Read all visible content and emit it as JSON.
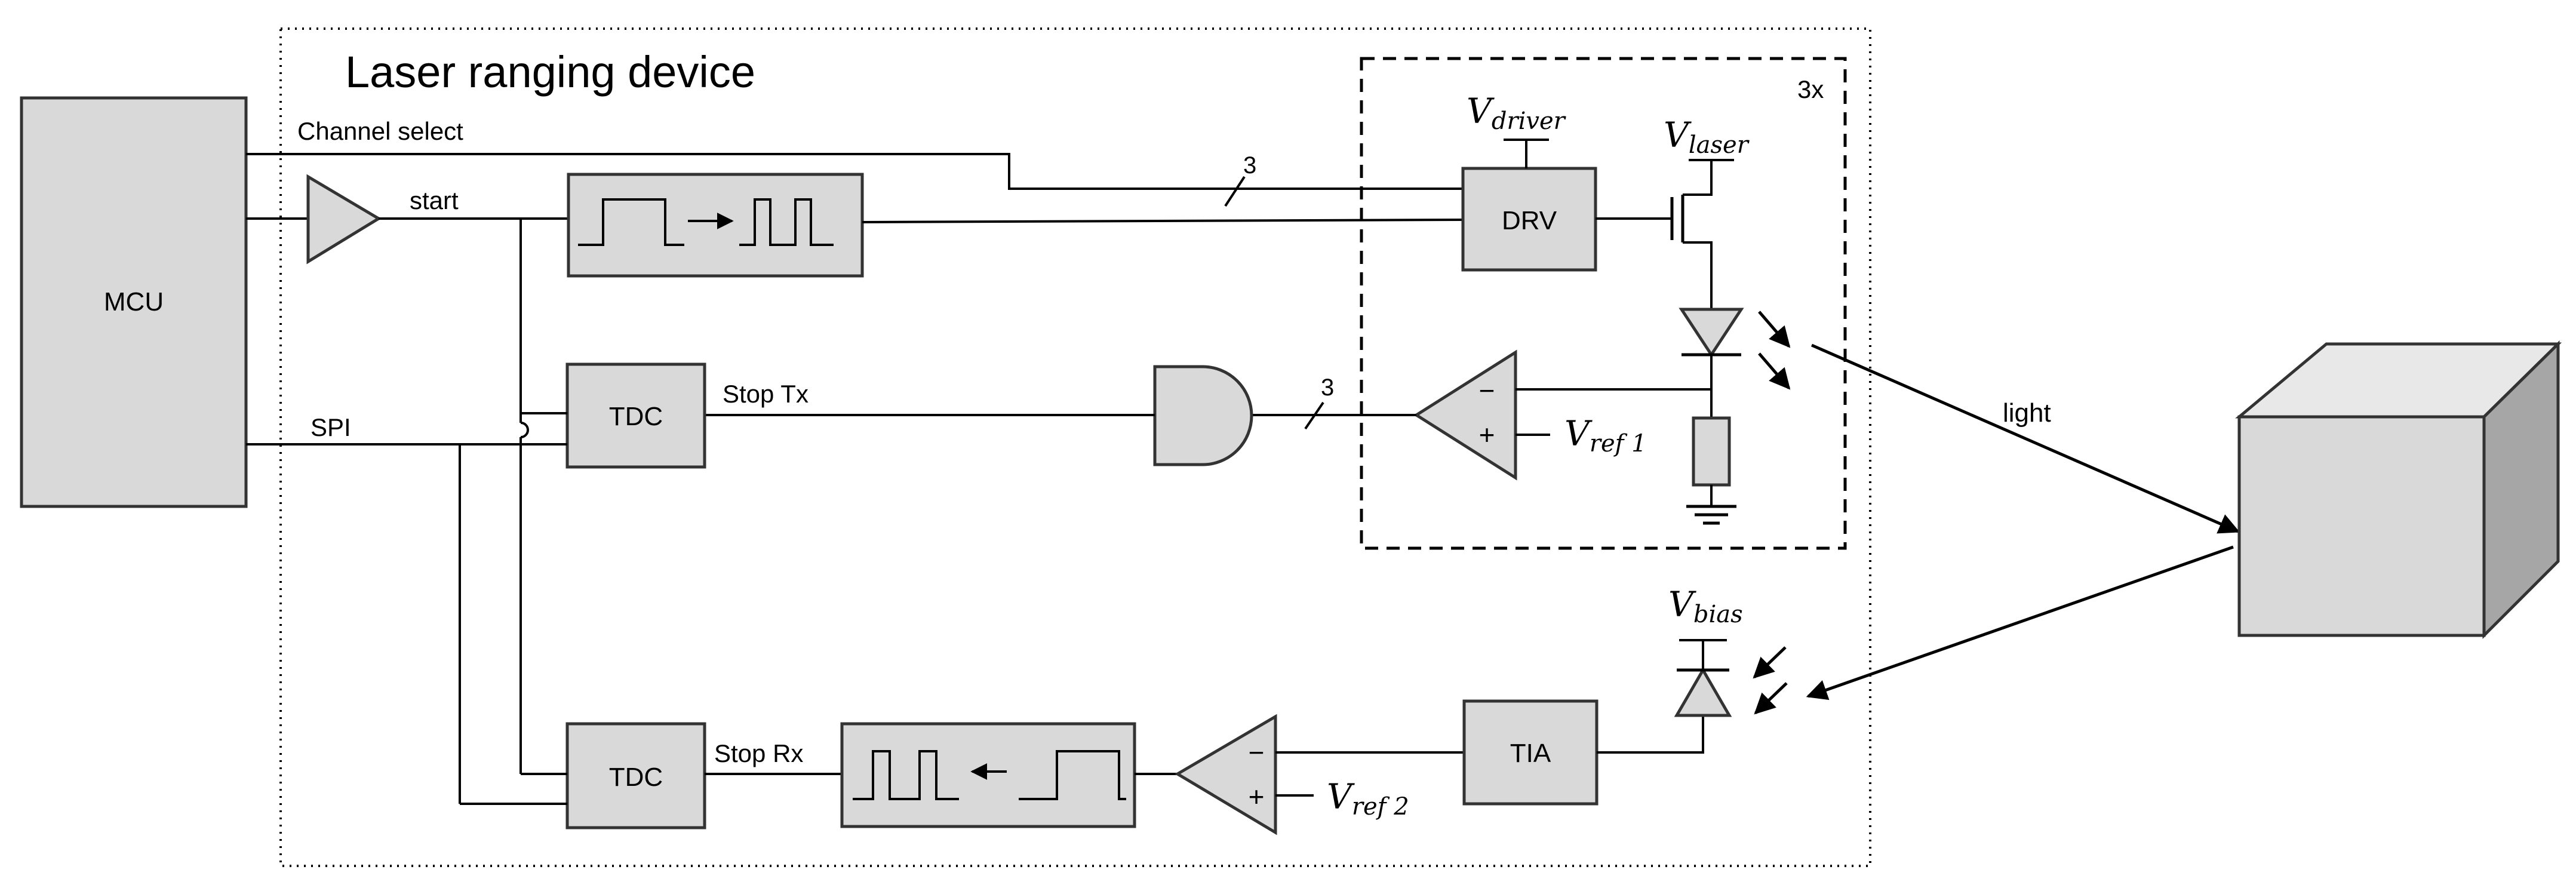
{
  "title": "Laser ranging device",
  "blocks": {
    "mcu": "MCU",
    "drv": "DRV",
    "tdc_top": "TDC",
    "tdc_bottom": "TDC",
    "tia": "TIA"
  },
  "signals": {
    "channel_select": "Channel select",
    "start": "start",
    "spi": "SPI",
    "stop_tx": "Stop Tx",
    "stop_rx": "Stop Rx",
    "light": "light"
  },
  "bus_width_drv": "3",
  "bus_width_and": "3",
  "multiplicity": "3x",
  "voltages": {
    "driver": {
      "base": "V",
      "sub": "driver"
    },
    "laser": {
      "base": "V",
      "sub": "laser"
    },
    "ref1": {
      "base": "V",
      "sub": "ref 1"
    },
    "ref2": {
      "base": "V",
      "sub": "ref 2"
    },
    "bias": {
      "base": "V",
      "sub": "bias"
    }
  },
  "comparator_signs": {
    "minus": "−",
    "plus": "+"
  }
}
